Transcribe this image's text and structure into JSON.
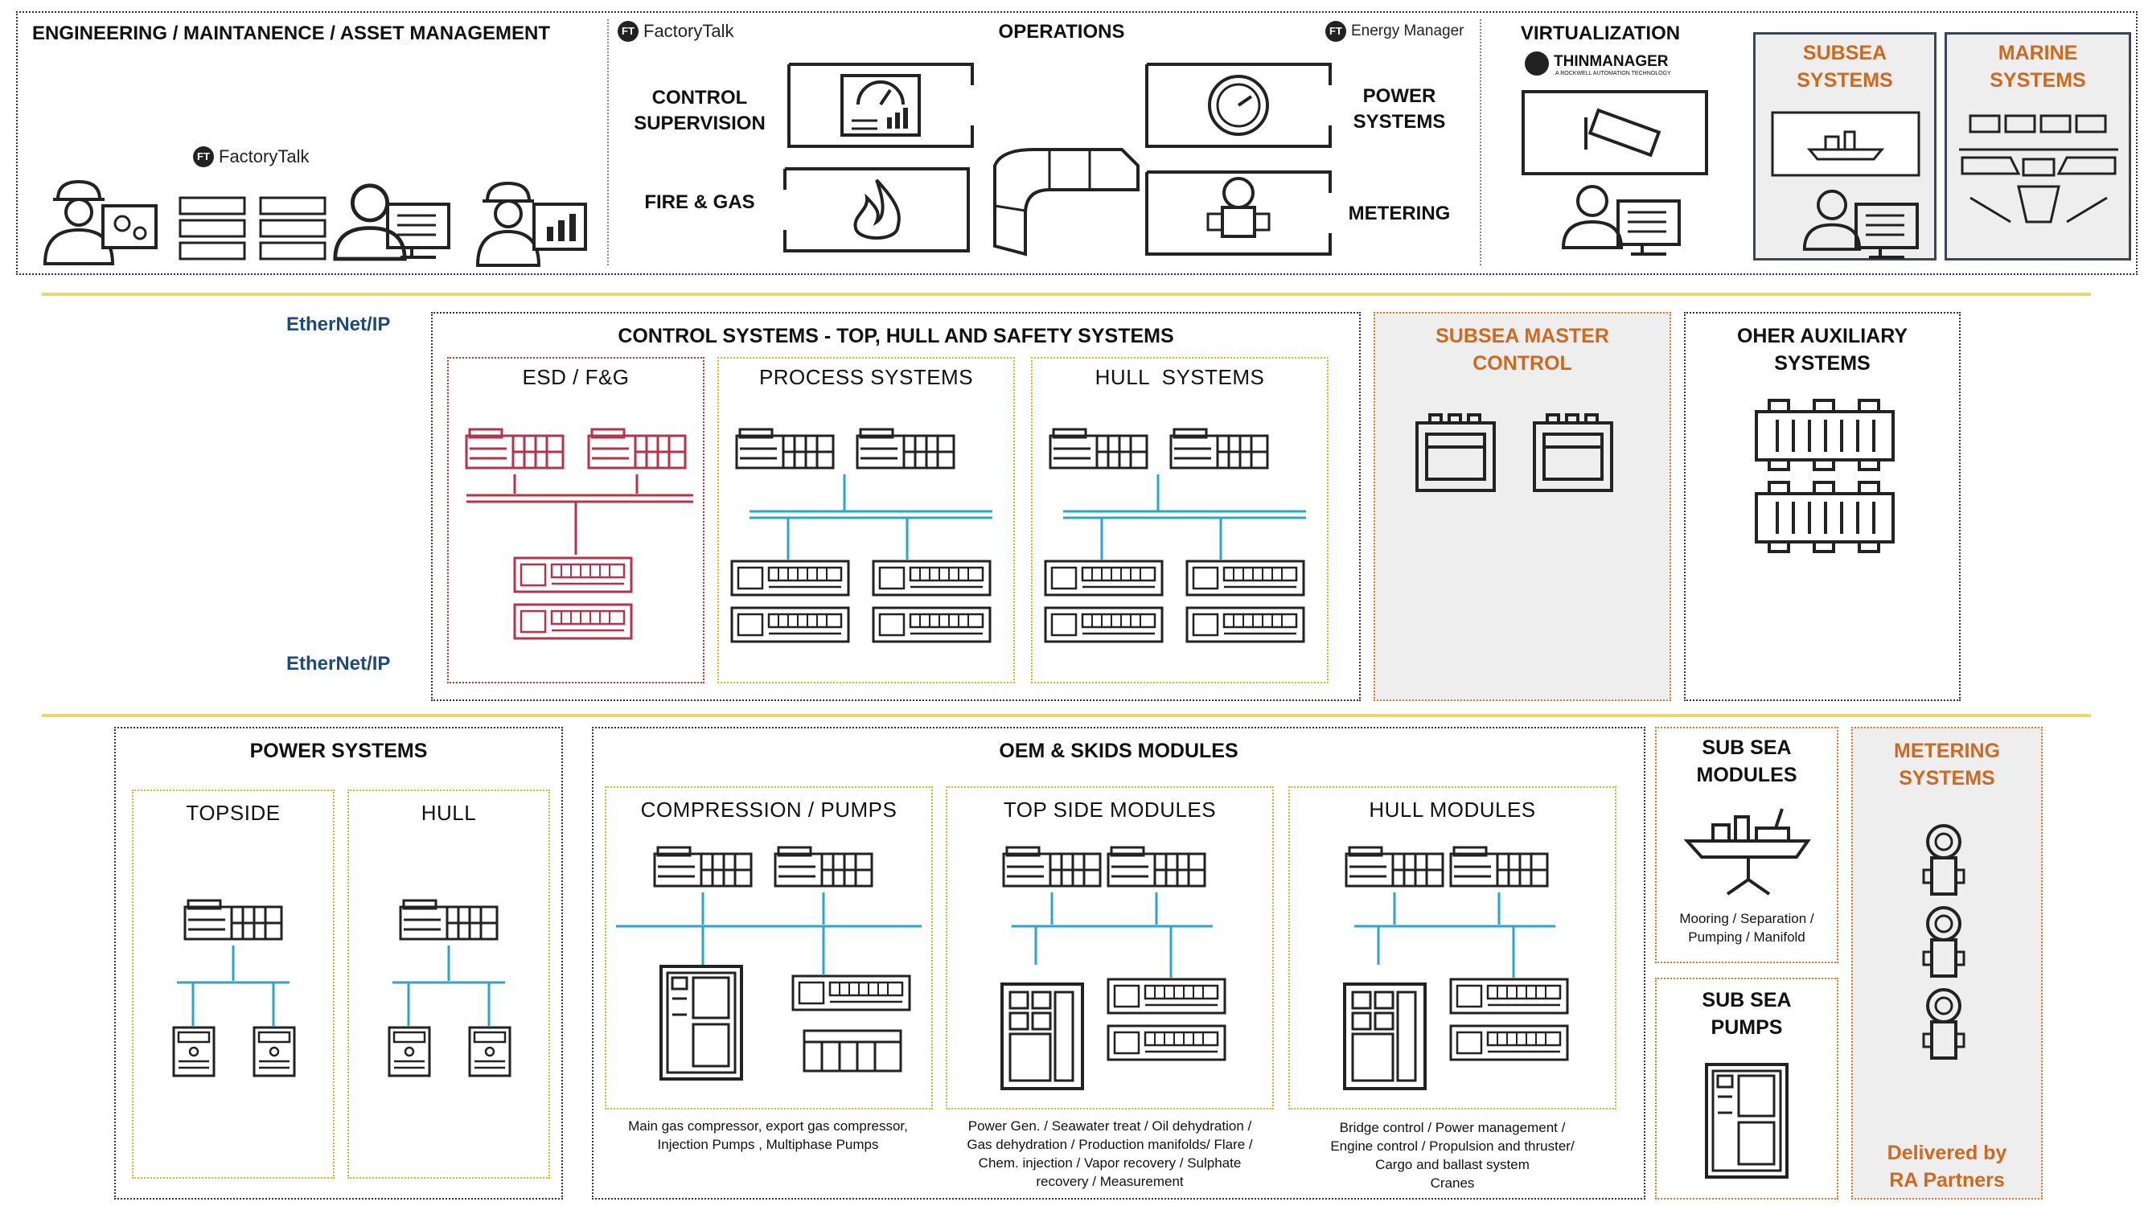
{
  "top": {
    "engineering": {
      "title": "ENGINEERING / MAINTANENCE / ASSET MANAGEMENT",
      "ft_logo": "FactoryTalk"
    },
    "operations": {
      "title": "OPERATIONS",
      "ft_logo": "FactoryTalk",
      "energy_logo": "Energy Manager",
      "control_supervision": "CONTROL\nSUPERVISION",
      "fire_gas": "FIRE & GAS",
      "power_systems": "POWER\nSYSTEMS",
      "metering": "METERING"
    },
    "virtualization": {
      "title": "VIRTUALIZATION",
      "logo": "THINMANAGER",
      "logo_sub": "A ROCKWELL AUTOMATION TECHNOLOGY"
    },
    "subsea_systems": "SUBSEA\nSYSTEMS",
    "marine_systems": "MARINE\nSYSTEMS"
  },
  "ethernet_label": "EtherNet/IP",
  "control": {
    "title": "CONTROL SYSTEMS - TOP, HULL AND SAFETY SYSTEMS",
    "esd": "ESD / F&G",
    "process": "PROCESS SYSTEMS",
    "hull": "HULL  SYSTEMS"
  },
  "subsea_master": "SUBSEA MASTER\nCONTROL",
  "aux": "OHER AUXILIARY\nSYSTEMS",
  "power": {
    "title": "POWER SYSTEMS",
    "topside": "TOPSIDE",
    "hull": "HULL"
  },
  "oem": {
    "title": "OEM & SKIDS MODULES",
    "compression": "COMPRESSION / PUMPS",
    "topside": "TOP SIDE MODULES",
    "hull": "HULL MODULES",
    "compression_caption": "Main gas compressor, export gas compressor,\nInjection Pumps , Multiphase Pumps",
    "topside_caption": "Power Gen. /  Seawater treat /  Oil dehydration /\nGas dehydration /  Production manifolds/ Flare /\nChem. injection /  Vapor recovery /  Sulphate\nrecovery /  Measurement",
    "hull_caption": "Bridge control / Power management /\nEngine control / Propulsion and thruster/\nCargo and ballast system\nCranes"
  },
  "subsea_modules": {
    "title": "SUB SEA\nMODULES",
    "caption": "Mooring / Separation /\nPumping / Manifold"
  },
  "subsea_pumps": "SUB SEA\nPUMPS",
  "metering_systems": {
    "title": "METERING\nSYSTEMS",
    "footer": "Delivered by\nRA Partners"
  },
  "colors": {
    "red": "#b8324a",
    "cyan": "#2aa6c9",
    "orange": "#d0681e",
    "yellow": "#e8b21c",
    "navy": "#1e4a7a"
  }
}
